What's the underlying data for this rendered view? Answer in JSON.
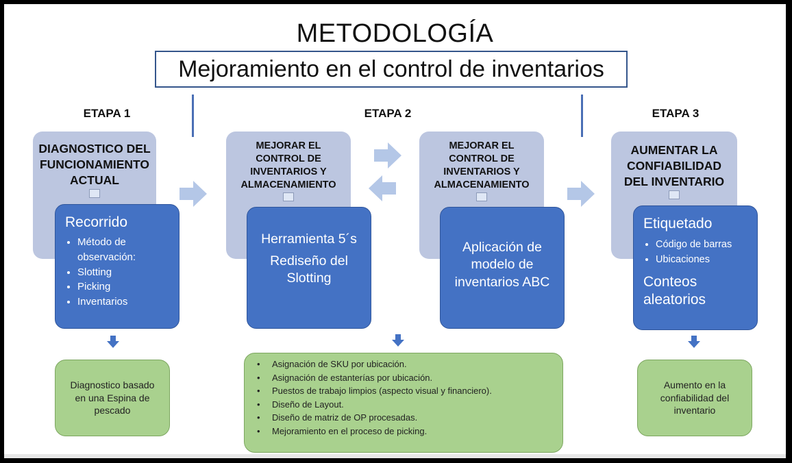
{
  "title": "METODOLOGÍA",
  "subtitle": "Mejoramiento en el control de inventarios",
  "stages": [
    {
      "label": "ETAPA 1",
      "heading": "DIAGNOSTICO DEL FUNCIONAMIENTO ACTUAL",
      "detail_title": "Recorrido",
      "detail_items": [
        "Método de observación:",
        "Slotting",
        "Picking",
        "Inventarios"
      ],
      "result": "Diagnostico basado en una Espina de pescado"
    },
    {
      "label": "ETAPA 2",
      "heading_a": "MEJORAR EL CONTROL DE INVENTARIOS Y ALMACENAMIENTO",
      "detail_a_line1": "Herramienta 5´s",
      "detail_a_line2": "Rediseño del Slotting",
      "heading_b": "MEJORAR EL CONTROL DE INVENTARIOS Y ALMACENAMIENTO",
      "detail_b": "Aplicación de modelo de inventarios ABC",
      "result_items": [
        "Asignación de SKU por ubicación.",
        "Asignación de estanterías por ubicación.",
        "Puestos de trabajo limpios (aspecto visual y financiero).",
        "Diseño de Layout.",
        "Diseño de matriz de OP procesadas.",
        "Mejoramiento en el proceso de picking."
      ]
    },
    {
      "label": "ETAPA 3",
      "heading": "AUMENTAR LA CONFIABILIDAD DEL INVENTARIO",
      "detail_title": "Etiquetado",
      "detail_items": [
        "Código de barras",
        "Ubicaciones"
      ],
      "detail_title2": "Conteos aleatorios",
      "result": "Aumento en la confiabilidad del inventario"
    }
  ],
  "colors": {
    "light_box": "#bcc6e0",
    "dark_box": "#4472c4",
    "green_box": "#a9d18e",
    "arrow": "#b4c7e7",
    "down_arrow": "#4472c4"
  }
}
